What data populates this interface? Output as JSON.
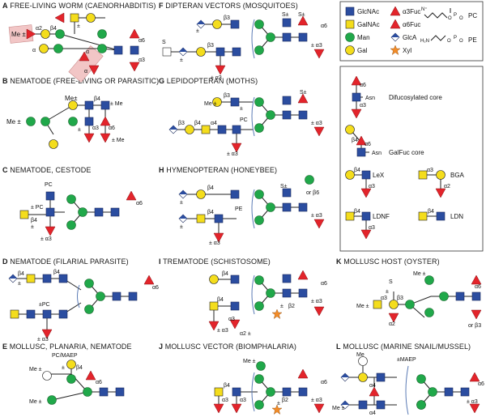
{
  "colors": {
    "glcnac": "#2b4da0",
    "galnac": "#f4dd1c",
    "man": "#20a84a",
    "gal": "#f4dd1c",
    "fuc": "#e3242b",
    "glca": "#2b4da0",
    "xyl": "#f28c28",
    "highlight": "#f2c6c6"
  },
  "panels": [
    {
      "letter": "A",
      "title": "FREE-LIVING WORM (CAENORHABDITIS)"
    },
    {
      "letter": "B",
      "title": "NEMATODE (FREE-LIVING OR PARASITIC)"
    },
    {
      "letter": "C",
      "title": "NEMATODE, CESTODE"
    },
    {
      "letter": "D",
      "title": "NEMATODE (FILARIAL PARASITE)"
    },
    {
      "letter": "E",
      "title": "MOLLUSC, PLANARIA, NEMATODE"
    },
    {
      "letter": "F",
      "title": "DIPTERAN VECTORS (MOSQUITOES)"
    },
    {
      "letter": "G",
      "title": "LEPIDOPTERAN (MOTHS)"
    },
    {
      "letter": "H",
      "title": "HYMENOPTERAN (HONEYBEE)"
    },
    {
      "letter": "I",
      "title": "TREMATODE (SCHISTOSOME)"
    },
    {
      "letter": "J",
      "title": "MOLLUSC VECTOR (BIOMPHALARIA)"
    },
    {
      "letter": "K",
      "title": "MOLLUSC HOST (OYSTER)"
    },
    {
      "letter": "L",
      "title": "MOLLUSC (MARINE SNAIL/MUSSEL)"
    }
  ],
  "legend": {
    "symbols": [
      {
        "icon": "blue-square",
        "label": "GlcNAc"
      },
      {
        "icon": "red-triangle",
        "label": "α3Fuc"
      },
      {
        "icon": "yellow-square",
        "label": "GalNAc"
      },
      {
        "icon": "red-triangle",
        "label": "α6Fuc"
      },
      {
        "icon": "green-circle",
        "label": "Man"
      },
      {
        "icon": "blue-white-diamond",
        "label": "GlcA"
      },
      {
        "icon": "yellow-circle",
        "label": "Gal"
      },
      {
        "icon": "orange-star",
        "label": "Xyl"
      }
    ],
    "pc_label": "PC",
    "pe_label": "PE",
    "motifs": [
      {
        "label": "Difucosylated core",
        "asn": "Asn"
      },
      {
        "label": "GalFuc core",
        "asn": "Asn"
      },
      {
        "label": "LeX"
      },
      {
        "label": "BGA"
      },
      {
        "label": "LDNF"
      },
      {
        "label": "LDN"
      }
    ]
  },
  "annotations": {
    "alpha": "α",
    "alpha2": "α2",
    "alpha3": "α3",
    "alpha6": "α6",
    "beta3": "β3",
    "beta4": "β4",
    "beta2": "β2",
    "beta6": "β6",
    "alpha4": "α4",
    "alpha2e": "α2 ±",
    "pm": "±",
    "me_pm": "Me ±",
    "pm_me": "± Me",
    "me_pm_plain": "Me±",
    "pc": "PC",
    "pm_pc": "± PC",
    "pm_pc2": "±PC",
    "pe": "PE",
    "pc_maep": "PC/MAEP",
    "pm_maep": "±MAEP",
    "s": "S",
    "s_pm": "S±",
    "pm_a3": "± α3",
    "or_b6": "or β6",
    "or_b3": "or β3",
    "me": "Me"
  }
}
